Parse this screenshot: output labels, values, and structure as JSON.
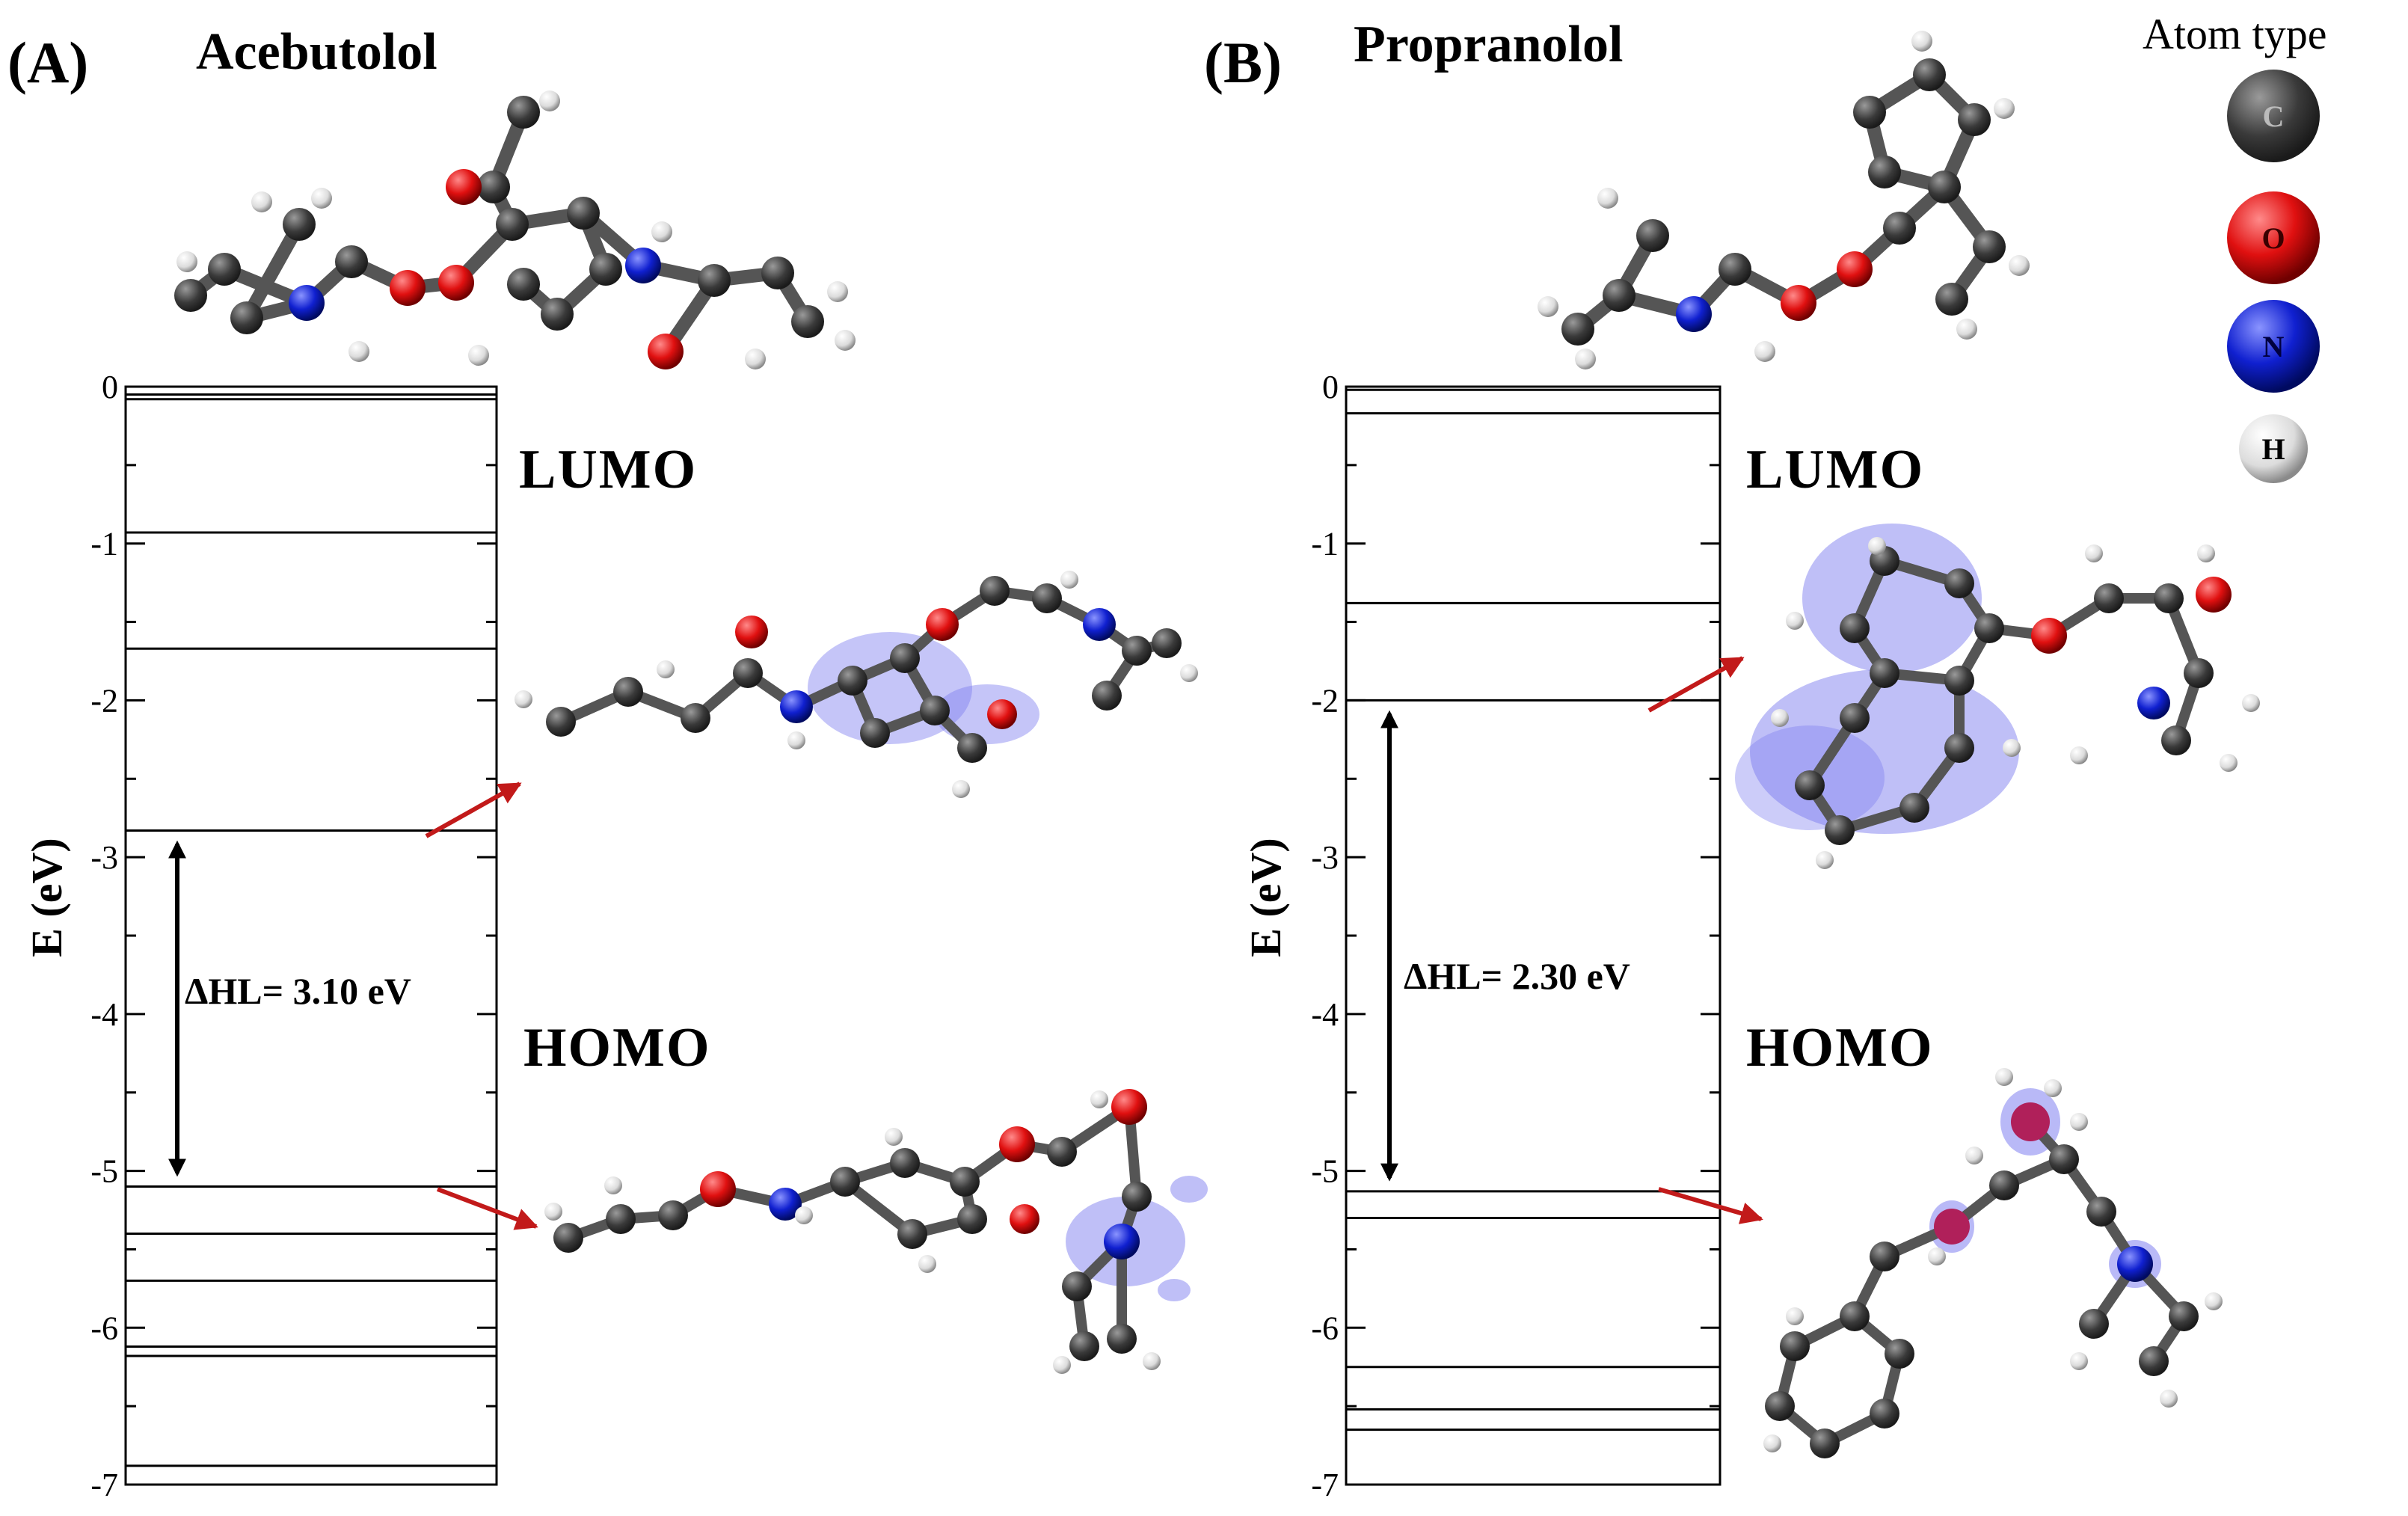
{
  "colors": {
    "carbon": "#4a4a4a",
    "oxygen": "#d61a1a",
    "nitrogen": "#1a2fd6",
    "hydrogen": "#d9d9d9",
    "orbital_lobe": "#7f7ff0",
    "arrow": "#c21a1a",
    "level_line": "#000000"
  },
  "legend": {
    "title": "Atom type",
    "items": [
      {
        "letter": "C",
        "color": "#3a3a3a",
        "text_color": "#bbbbbb"
      },
      {
        "letter": "O",
        "color": "#e01010",
        "text_color": "#3a0000"
      },
      {
        "letter": "N",
        "color": "#1020d0",
        "text_color": "#000040"
      },
      {
        "letter": "H",
        "color": "#e6e6e6",
        "text_color": "#000000"
      }
    ]
  },
  "chart_data": [
    {
      "type": "energy-level-diagram",
      "panel_label": "(A)",
      "title": "Acebutolol",
      "ylabel": "E (eV)",
      "ylim": [
        -7,
        0
      ],
      "yticks": [
        0,
        -1,
        -2,
        -3,
        -4,
        -5,
        -6,
        -7
      ],
      "tick_labels": [
        "0",
        "-1",
        "-2",
        "-3",
        "-4",
        "-5",
        "-6",
        "-7"
      ],
      "levels": [
        -0.05,
        -0.08,
        -0.93,
        -1.67,
        -2.83,
        -5.1,
        -5.4,
        -5.7,
        -6.12,
        -6.18,
        -6.88
      ],
      "homo": -5.1,
      "lumo": -2.83,
      "gap_label": "ΔHL= 3.10 eV",
      "lumo_label": "LUMO",
      "homo_label": "HOMO"
    },
    {
      "type": "energy-level-diagram",
      "panel_label": "(B)",
      "title": "Propranolol",
      "ylabel": "E (eV)",
      "ylim": [
        -7,
        0
      ],
      "yticks": [
        0,
        -1,
        -2,
        -3,
        -4,
        -5,
        -6,
        -7
      ],
      "tick_labels": [
        "0",
        "-1",
        "-2",
        "-3",
        "-4",
        "-5",
        "-6",
        "-7"
      ],
      "levels": [
        -0.02,
        -0.17,
        -1.38,
        -2.0,
        -5.13,
        -5.3,
        -6.25,
        -6.52,
        -6.65
      ],
      "homo": -5.13,
      "lumo": -2.0,
      "gap_label": "ΔHL= 2.30 eV",
      "lumo_label": "LUMO",
      "homo_label": "HOMO"
    }
  ]
}
